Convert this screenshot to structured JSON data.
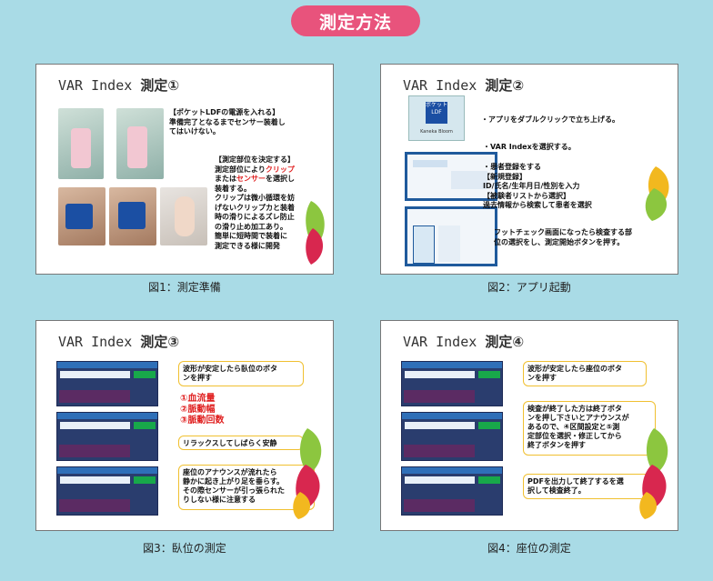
{
  "header": {
    "title": "測定方法"
  },
  "slides": [
    {
      "title_prefix": "VAR Index",
      "title_suffix": "測定①",
      "caption": "図1：測定準備",
      "texts": [
        "【ポケットLDFの電源を入れる】\n準備完了となるまでセンサー装着し\nてはいけない。",
        "【測定部位を決定する】\n測定部位によりクリップ\nまたはセンサーを選択し\n装着する。\nクリップは微小循環を妨\nげないクリップカと装着\n時の滑りによるズレ防止\nの滑り止め加工あり。\n簡単に短時間で装着に\n測定できる様に開発"
      ]
    },
    {
      "title_prefix": "VAR Index",
      "title_suffix": "測定②",
      "caption": "図2：アプリ起動",
      "texts": [
        "・アプリをダブルクリックで立ち上げる。",
        "・VAR Indexを選択する。",
        "・患者登録をする\n【新規登録】\nID/氏名/生年月日/性別を入力\n【被験者リストから選択】\n過去情報から検索して患者を選択",
        "フットチェック画面になったら検査する部\n位の選択をし、測定開始ボタンを押す。"
      ],
      "app_label": "ポケットLDF",
      "app_label_sub": "Kaneka Bloom"
    },
    {
      "title_prefix": "VAR Index",
      "title_suffix": "測定③",
      "caption": "図3：臥位の測定",
      "callouts": [
        "波形が安定したら臥位のボタ\nンを押す",
        "リラックスしてしばらく安静",
        "座位のアナウンスが流れたら\n静かに起き上がり足を垂らす。\nその際センサーが引っ張られた\nりしない様に注意する"
      ],
      "metrics": [
        "①血流量",
        "②脈動幅",
        "③脈動回数"
      ]
    },
    {
      "title_prefix": "VAR Index",
      "title_suffix": "測定④",
      "caption": "図4：座位の測定",
      "callouts": [
        "波形が安定したら座位のボタ\nンを押す",
        "検査が終了した方は終了ボタ\nンを押し下さいとアナウンスが\nあるので、④区間設定と⑤測\n定部位を選択・修正してから\n終了ボタンを押す",
        "PDFを出力して終了するを選\n択して検査終了。"
      ]
    }
  ],
  "colors": {
    "accent_pink": "#e8537c",
    "background": "#a9dbe6",
    "highlight_red": "#e02020",
    "callout_border": "#f0c030"
  }
}
